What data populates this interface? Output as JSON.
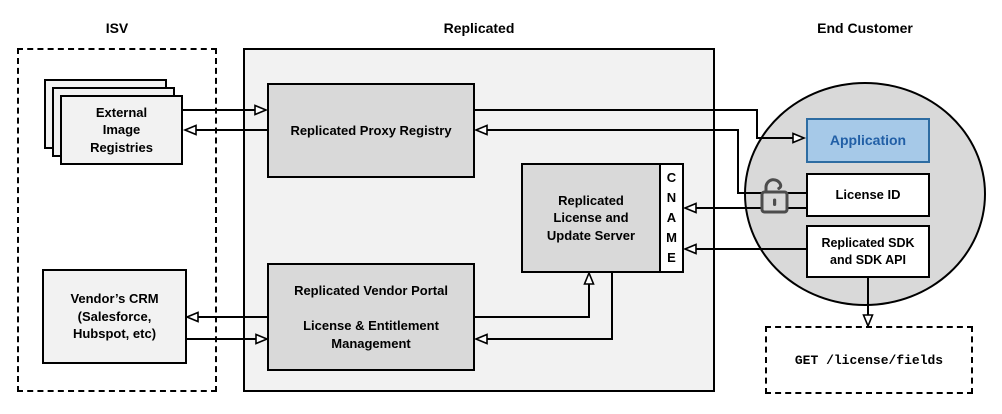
{
  "sections": {
    "isv": {
      "title": "ISV"
    },
    "replicated": {
      "title": "Replicated"
    },
    "end_customer": {
      "title": "End Customer"
    }
  },
  "nodes": {
    "external_registries": {
      "label": "External\nImage\nRegistries"
    },
    "proxy_registry": {
      "label": "Replicated Proxy Registry"
    },
    "license_server": {
      "label": "Replicated\nLicense and\nUpdate Server",
      "cname": "CNAME"
    },
    "vendor_portal": {
      "label": "Replicated Vendor Portal\n\nLicense & Entitlement\nManagement"
    },
    "vendor_crm": {
      "label": "Vendor’s CRM\n(Salesforce,\nHubspot, etc)"
    },
    "application": {
      "label": "Application"
    },
    "license_id": {
      "label": "License ID"
    },
    "replicated_sdk": {
      "label": "Replicated SDK\nand SDK API"
    },
    "get_license_fields": {
      "label": "GET /license/fields"
    }
  },
  "icons": {
    "lock": "unlocked-padlock-icon"
  },
  "colors": {
    "section_fill": "#f2f2f2",
    "node_fill": "#d9d9d9",
    "circle_fill": "#d9d9d9",
    "application_fill": "#a6c9e8",
    "application_border": "#2d6ca2",
    "application_text": "#215fa6",
    "line": "#000000",
    "lock_icon": "#4d4d4d"
  }
}
